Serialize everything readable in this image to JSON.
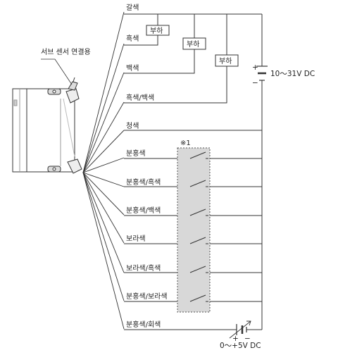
{
  "sensor_label": "서브 센서 연결용",
  "wires": {
    "brown": "갈색",
    "black": "흑색",
    "white": "백색",
    "black_white": "흑색/백색",
    "blue": "청색",
    "pink": "분홍색",
    "pink_black": "분홍색/흑색",
    "pink_white": "분홍색/백색",
    "violet": "보라색",
    "violet_black": "보라색/흑색",
    "pink_violet": "분홍색/보라색",
    "pink_gray": "분홍색/회색"
  },
  "load_label": "부하",
  "note_mark": "※1",
  "supply_main": {
    "label": "10～31V DC",
    "plus": "+",
    "minus": "−"
  },
  "supply_signal": {
    "label": "0～+5V DC",
    "plus": "+",
    "minus": "−"
  }
}
